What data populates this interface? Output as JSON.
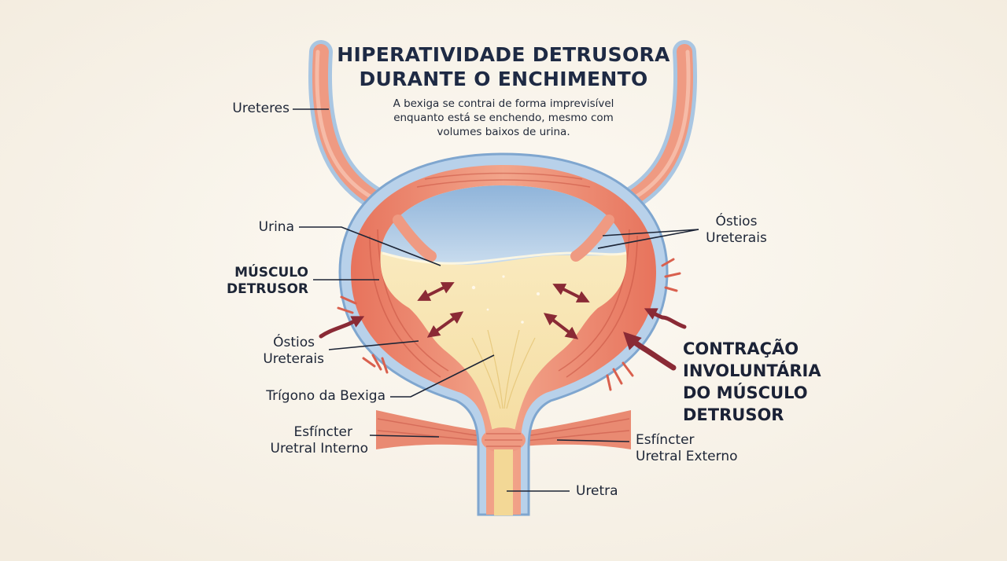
{
  "title_line1": "HIPERATIVIDADE DETRUSORA",
  "title_line2": "DURANTE O ENCHIMENTO",
  "subtitle": "A bexiga se contrai de forma imprevisível enquanto está se enchendo, mesmo com volumes baixos de urina.",
  "labels": {
    "ureteres": "Ureteres",
    "urina": "Urina",
    "musculo_line1": "MÚSCULO",
    "musculo_line2": "DETRUSOR",
    "ostios_left_line1": "Óstios",
    "ostios_left_line2": "Ureterais",
    "ostios_right_line1": "Óstios",
    "ostios_right_line2": "Ureterais",
    "trigono": "Trígono da Bexiga",
    "esf_interno_line1": "Esfíncter",
    "esf_interno_line2": "Uretral Interno",
    "esf_externo_line1": "Esfíncter",
    "esf_externo_line2": "Uretral Externo",
    "uretra": "Uretra"
  },
  "callout": {
    "line1": "CONTRAÇÃO",
    "line2": "INVOLUNTÁRIA",
    "line3": "DO MÚSCULO",
    "line4": "DETRUSOR"
  },
  "colors": {
    "background": "#f8f3ea",
    "outer_wall": "#a9c6e2",
    "muscle": "#e9836c",
    "urine": "#f6e2a8",
    "air": "#a8c7e3",
    "arrow": "#8a2a35"
  }
}
